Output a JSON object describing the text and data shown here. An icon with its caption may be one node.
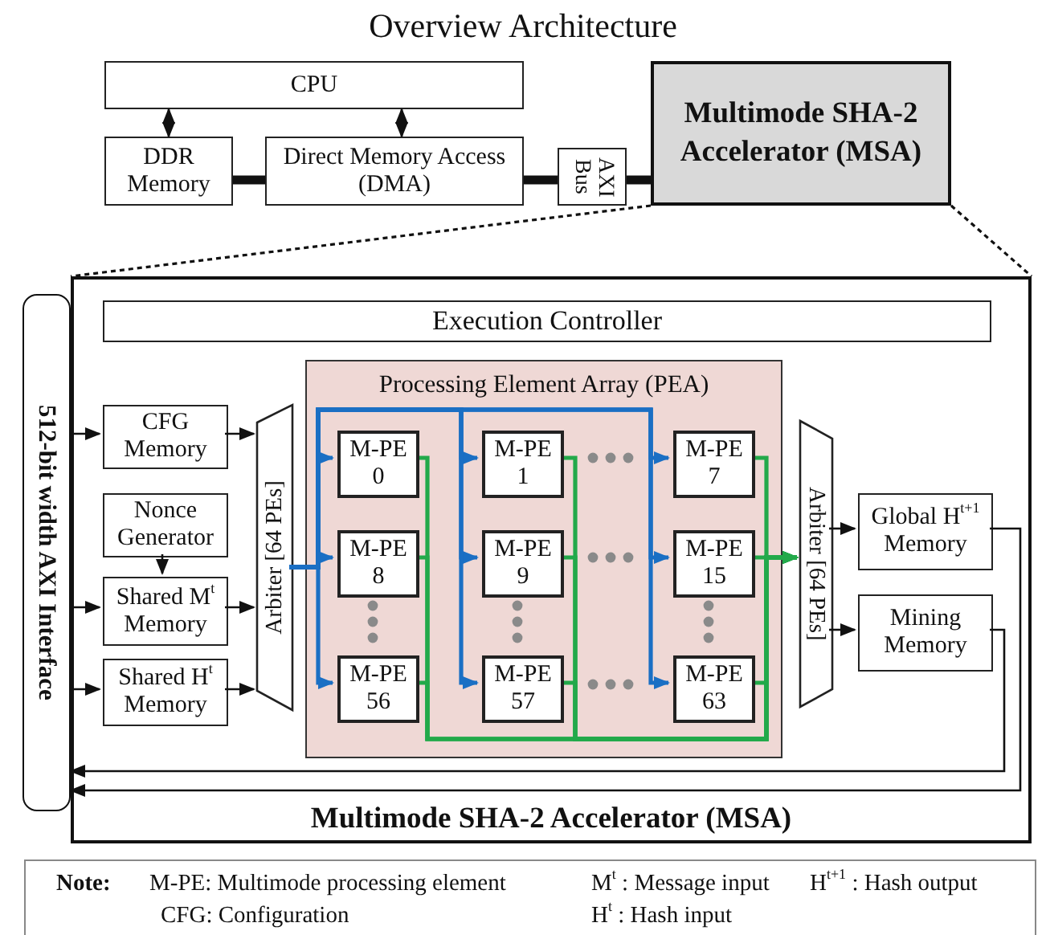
{
  "diagram": {
    "title": "Overview Architecture",
    "nodes": [
      {
        "text": [
          "CPU"
        ]
      },
      {
        "text": [
          "DDR Memory"
        ]
      },
      {
        "text": [
          "Direct Memory Access (DMA)"
        ]
      },
      {
        "text": [
          "AXI Bus"
        ]
      },
      {
        "text": [
          "Multimode SHA-2 Accelerator (MSA)"
        ]
      },
      {
        "text": [
          "Multimode SHA-2 Accelerator (MSA)"
        ]
      },
      {
        "text": [
          "512-bit width AXI Interface"
        ]
      },
      {
        "text": [
          "Execution Controller"
        ],
        "in": 5
      },
      {
        "text": [
          "CFG Memory"
        ],
        "in": 5
      },
      {
        "text": [
          "Nonce Generator"
        ],
        "in": 5
      },
      {
        "text": [
          "Shared M$^{t}$ Memory"
        ],
        "in": 5
      },
      {
        "text": [
          "Shared H$^{t}$ Memory"
        ],
        "in": 5
      },
      {
        "text": [
          "Arbiter [64 PEs]"
        ],
        "in": 5
      },
      {
        "text": [
          "Processing Element Array (PEA)"
        ],
        "in": 5
      },
      {
        "text": [
          "M-PE 0"
        ],
        "in": 13
      },
      {
        "text": [
          "M-PE 1"
        ],
        "in": 13
      },
      {
        "text": [
          "M-PE 7"
        ],
        "in": 13
      },
      {
        "text": [
          "M-PE 8"
        ],
        "in": 13
      },
      {
        "text": [
          "M-PE 9"
        ],
        "in": 13
      },
      {
        "text": [
          "M-PE 15"
        ],
        "in": 13
      },
      {
        "text": [
          "M-PE 56"
        ],
        "in": 13
      },
      {
        "text": [
          "M-PE 57"
        ],
        "in": 13
      },
      {
        "text": [
          "M-PE 63"
        ],
        "in": 13
      },
      {
        "text": [
          "Arbiter [64 PEs]"
        ],
        "in": 5
      },
      {
        "text": [
          "Global H$^{t+1}$ Memory"
        ],
        "in": 5
      },
      {
        "text": [
          "Mining Memory"
        ],
        "in": 5
      }
    ],
    "edges": [
      {
        "from": 0,
        "to": 1,
        "arrow": "both"
      },
      {
        "from": 0,
        "to": 2,
        "arrow": "both"
      },
      {
        "from": 1,
        "to": 2,
        "arrow": "none",
        "style": "thick"
      },
      {
        "from": 2,
        "to": 3,
        "arrow": "none",
        "style": "thick"
      },
      {
        "from": 3,
        "to": 4,
        "arrow": "none",
        "style": "thick"
      },
      {
        "from": 4,
        "to": 5,
        "arrow": "none",
        "style": "dashed"
      },
      {
        "from": 4,
        "to": 5,
        "arrow": "none",
        "style": "dashed"
      },
      {
        "from": 6,
        "to": 8,
        "arrow": "to"
      },
      {
        "from": 6,
        "to": 10,
        "arrow": "to"
      },
      {
        "from": 6,
        "to": 11,
        "arrow": "to"
      },
      {
        "from": 9,
        "to": 10,
        "arrow": "to"
      },
      {
        "from": 8,
        "to": 12,
        "arrow": "to"
      },
      {
        "from": 10,
        "to": 12,
        "arrow": "to"
      },
      {
        "from": 11,
        "to": 12,
        "arrow": "to"
      },
      {
        "from": 12,
        "to": 14,
        "arrow": "to",
        "color": "#1a6fc4"
      },
      {
        "from": 12,
        "to": 15,
        "arrow": "to",
        "color": "#1a6fc4"
      },
      {
        "from": 12,
        "to": 16,
        "arrow": "to",
        "color": "#1a6fc4"
      },
      {
        "from": 12,
        "to": 17,
        "arrow": "to",
        "color": "#1a6fc4"
      },
      {
        "from": 12,
        "to": 18,
        "arrow": "to",
        "color": "#1a6fc4"
      },
      {
        "from": 12,
        "to": 19,
        "arrow": "to",
        "color": "#1a6fc4"
      },
      {
        "from": 12,
        "to": 20,
        "arrow": "to",
        "color": "#1a6fc4"
      },
      {
        "from": 12,
        "to": 21,
        "arrow": "to",
        "color": "#1a6fc4"
      },
      {
        "from": 12,
        "to": 22,
        "arrow": "to",
        "color": "#1a6fc4"
      },
      {
        "from": 14,
        "to": 23,
        "arrow": "to",
        "color": "#22a94a"
      },
      {
        "from": 15,
        "to": 23,
        "arrow": "to",
        "color": "#22a94a"
      },
      {
        "from": 16,
        "to": 23,
        "arrow": "to",
        "color": "#22a94a"
      },
      {
        "from": 17,
        "to": 23,
        "arrow": "to",
        "color": "#22a94a"
      },
      {
        "from": 18,
        "to": 23,
        "arrow": "to",
        "color": "#22a94a"
      },
      {
        "from": 19,
        "to": 23,
        "arrow": "to",
        "color": "#22a94a"
      },
      {
        "from": 20,
        "to": 23,
        "arrow": "to",
        "color": "#22a94a"
      },
      {
        "from": 21,
        "to": 23,
        "arrow": "to",
        "color": "#22a94a"
      },
      {
        "from": 22,
        "to": 23,
        "arrow": "to",
        "color": "#22a94a"
      },
      {
        "from": 23,
        "to": 24,
        "arrow": "to"
      },
      {
        "from": 23,
        "to": 25,
        "arrow": "to"
      },
      {
        "from": 24,
        "to": 6,
        "arrow": "to"
      },
      {
        "from": 25,
        "to": 6,
        "arrow": "to"
      }
    ],
    "labels": [
      "Note:",
      "M-PE: Multimode processing element",
      "M$^{t}$ : Message input",
      "H$^{t+1}$ : Hash output",
      "CFG: Configuration",
      "H$^{t}$ : Hash input"
    ]
  }
}
